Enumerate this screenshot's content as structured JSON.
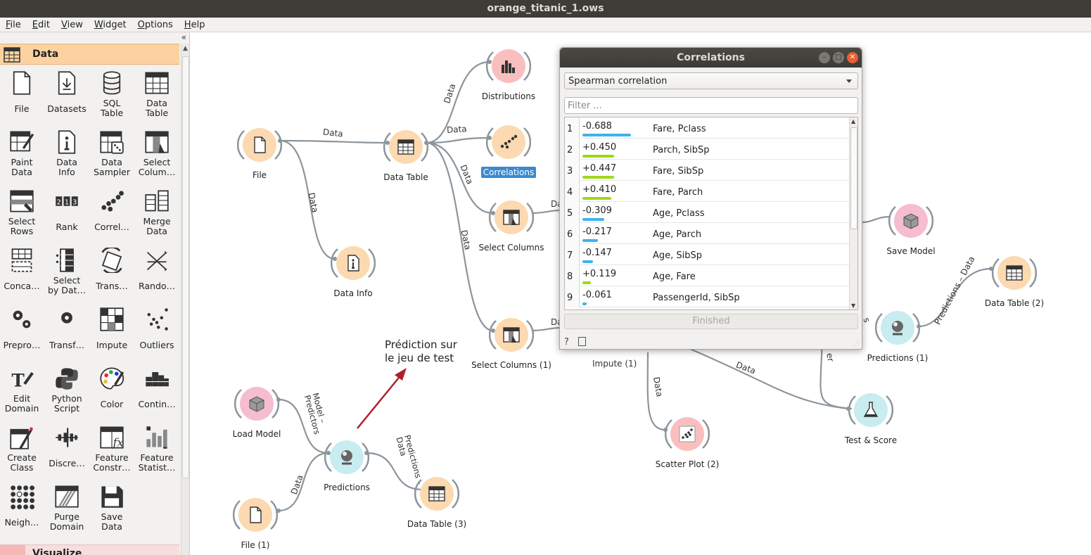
{
  "window": {
    "title": "orange_titanic_1.ows"
  },
  "menu": [
    "File",
    "Edit",
    "View",
    "Widget",
    "Options",
    "Help"
  ],
  "toolbox": {
    "collapse": "«",
    "category": "Data",
    "widgets": [
      "File",
      "Datasets",
      "SQL\nTable",
      "Data\nTable",
      "Paint\nData",
      "Data\nInfo",
      "Data\nSampler",
      "Select\nColum…",
      "Select\nRows",
      "Rank",
      "Correl…",
      "Merge\nData",
      "Conca…",
      "Select\nby Dat…",
      "Trans…",
      "Rando…",
      "Prepro…",
      "Transf…",
      "Impute",
      "Outliers",
      "Edit\nDomain",
      "Python\nScript",
      "Color",
      "Contin…",
      "Create\nClass",
      "Discre…",
      "Feature\nConstr…",
      "Feature\nStatist…",
      "Neigh…",
      "Purge\nDomain",
      "Save\nData"
    ],
    "next_category": "Visualize"
  },
  "canvas": {
    "nodes": {
      "file": "File",
      "data_table": "Data Table",
      "distributions": "Distributions",
      "correlations": "Correlations",
      "select_columns": "Select Columns",
      "select_columns_1": "Select Columns (1)",
      "data_info": "Data Info",
      "impute_1": "Impute (1)",
      "scatter_plot_2": "Scatter Plot (2)",
      "save_model": "Save Model",
      "predictions_1": "Predictions (1)",
      "data_table_2": "Data Table (2)",
      "test_score": "Test & Score",
      "load_model": "Load Model",
      "predictions": "Predictions",
      "data_table_3": "Data Table (3)",
      "file_1": "File (1)"
    },
    "link_labels": {
      "data": "Data",
      "da": "Da",
      "model_predictors": "Model –\nPredictors",
      "predictions_data": "Predictions –\nData",
      "predictions_data_right": "Predictions – Data",
      "s": "s",
      "er": "er"
    },
    "annotation": "Prédiction sur\nle jeu de test"
  },
  "correlations_dialog": {
    "title": "Correlations",
    "method": "Spearman correlation",
    "filter_placeholder": "Filter ...",
    "rows": [
      {
        "index": "1",
        "value": "-0.688",
        "pair": "Fare, Pclass"
      },
      {
        "index": "2",
        "value": "+0.450",
        "pair": "Parch, SibSp"
      },
      {
        "index": "3",
        "value": "+0.447",
        "pair": "Fare, SibSp"
      },
      {
        "index": "4",
        "value": "+0.410",
        "pair": "Fare, Parch"
      },
      {
        "index": "5",
        "value": "-0.309",
        "pair": "Age, Pclass"
      },
      {
        "index": "6",
        "value": "-0.217",
        "pair": "Age, Parch"
      },
      {
        "index": "7",
        "value": "-0.147",
        "pair": "Age, SibSp"
      },
      {
        "index": "8",
        "value": "+0.119",
        "pair": "Age, Fare"
      },
      {
        "index": "9",
        "value": "-0.061",
        "pair": "PassengerId, SibSp"
      }
    ],
    "status": "Finished",
    "help": "?",
    "colors": {
      "negative": "#3fb2ea",
      "positive": "#9fd81a"
    }
  }
}
